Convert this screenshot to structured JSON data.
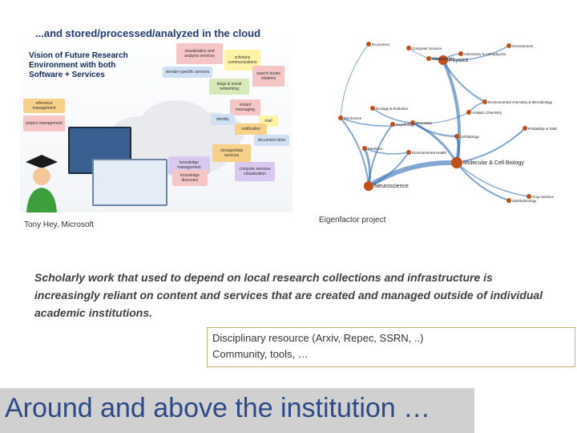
{
  "left_figure": {
    "title": "...and stored/processed/analyzed in the cloud",
    "subtitle": "Vision of Future Research Environment with both Software + Services",
    "notes": [
      "visualization and analysis services",
      "scholarly communications",
      "domain-specific services",
      "search books citations",
      "blogs & social networking",
      "reference management",
      "instant messaging",
      "identity",
      "project management",
      "mail",
      "notification",
      "document store",
      "storage/data services",
      "knowledge management",
      "compute services virtualization",
      "knowledge discovery"
    ],
    "caption": "Tony Hey, Microsoft"
  },
  "right_figure": {
    "caption": "Eigenfactor project",
    "nodes": [
      {
        "label": "Molecular & Cell Biology"
      },
      {
        "label": "Physics"
      },
      {
        "label": "Neuroscience"
      },
      {
        "label": "Electronics"
      },
      {
        "label": "Geosciences"
      },
      {
        "label": "Chemistry"
      },
      {
        "label": "Environmental chemistry & Microbiology"
      },
      {
        "label": "Ecology & Evolution"
      },
      {
        "label": "Psychology"
      },
      {
        "label": "Astronomy & Astrophysics"
      },
      {
        "label": "Mathematics"
      },
      {
        "label": "Computer Science"
      },
      {
        "label": "Economics"
      },
      {
        "label": "Analytic Chemistry"
      },
      {
        "label": "Probability & Statistics"
      },
      {
        "label": "Medicine"
      },
      {
        "label": "Cell Biology"
      },
      {
        "label": "Environmental Health"
      },
      {
        "label": "Crop Science"
      },
      {
        "label": "Ophthalmology"
      }
    ]
  },
  "body_text": "Scholarly work that used to depend on local research collections and infrastructure is increasingly reliant on content and services that are created and managed outside of individual academic institutions.",
  "resource_box": {
    "line1": "Disciplinary resource (Arxiv, Repec, SSRN, ..)",
    "line2": "Community, tools, …"
  },
  "bottom_title": "Around and above the institution …",
  "colors": {
    "title_blue": "#2b4a87",
    "banner_gray": "#d0d0d0",
    "box_border": "#c9b37a",
    "network_node": "#c0501a",
    "network_edge": "#2e6db4"
  }
}
